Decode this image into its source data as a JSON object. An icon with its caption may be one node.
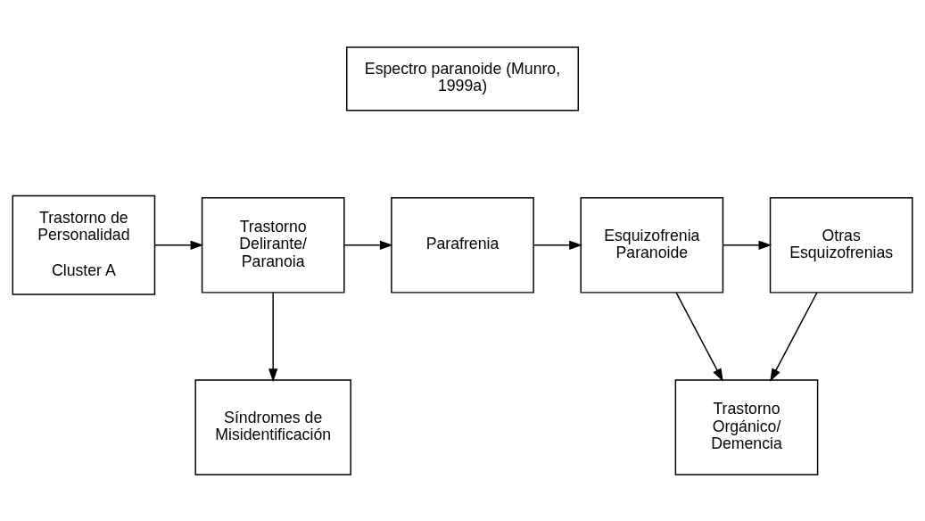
{
  "diagram": {
    "nodes": [
      {
        "text": [
          "Espectro paranoide (Munro, 1999a)"
        ]
      },
      {
        "text": [
          "Trastorno de Personalidad",
          "Cluster A"
        ]
      },
      {
        "text": [
          "Trastorno Delirante/ Paranoia"
        ]
      },
      {
        "text": [
          "Parafrenia"
        ]
      },
      {
        "text": [
          "Esquizofrenia Paranoide"
        ]
      },
      {
        "text": [
          "Otras Esquizofrenias"
        ]
      },
      {
        "text": [
          "Síndromes de Misidentificación"
        ]
      },
      {
        "text": [
          "Trastorno Orgánico/ Demencia"
        ]
      }
    ],
    "edges": [
      {
        "from": 1,
        "to": 2,
        "arrow": "to"
      },
      {
        "from": 2,
        "to": 3,
        "arrow": "to"
      },
      {
        "from": 3,
        "to": 4,
        "arrow": "to"
      },
      {
        "from": 4,
        "to": 5,
        "arrow": "to"
      },
      {
        "from": 2,
        "to": 6,
        "arrow": "to"
      },
      {
        "from": 4,
        "to": 7,
        "arrow": "to"
      },
      {
        "from": 5,
        "to": 7,
        "arrow": "to"
      }
    ]
  }
}
